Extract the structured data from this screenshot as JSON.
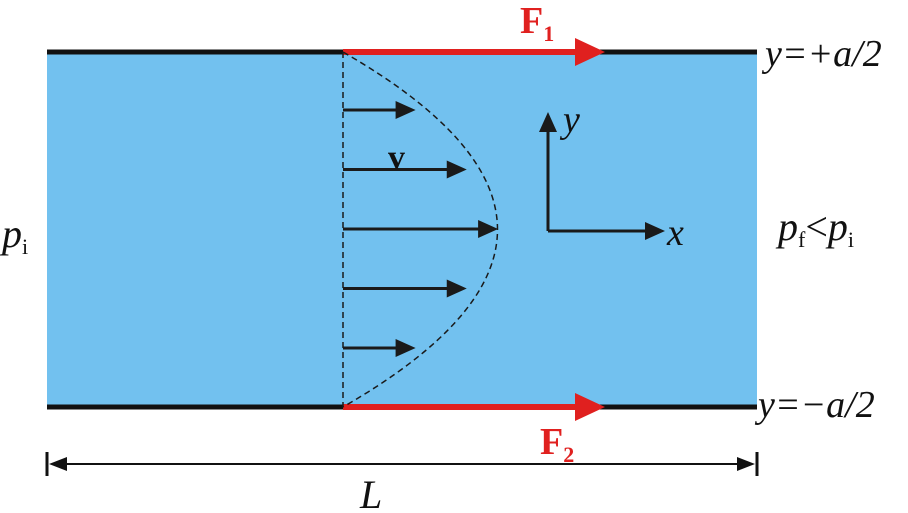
{
  "colors": {
    "fluid": "#72C1EF",
    "wall": "#111111",
    "force": "#E0201F",
    "arrow": "#1a1a1a",
    "profile": "#1a1a1a"
  },
  "labels": {
    "F1": {
      "main": "F",
      "sub": "1"
    },
    "F2": {
      "main": "F",
      "sub": "2"
    },
    "top_wall": "y=+a/2",
    "bottom_wall": "y=−a/2",
    "pressure_in": {
      "main": "p",
      "sub": "i"
    },
    "pressure_out": {
      "p1": "p",
      "s1": "f",
      "rel": "<",
      "p2": "p",
      "s2": "i"
    },
    "velocity": "v",
    "axis_y": "y",
    "axis_x": "x",
    "length": "L"
  },
  "velocity_profile": {
    "shape": "parabolic",
    "relative_speeds": [
      0.44,
      0.75,
      0.94,
      0.75,
      0.44
    ]
  }
}
